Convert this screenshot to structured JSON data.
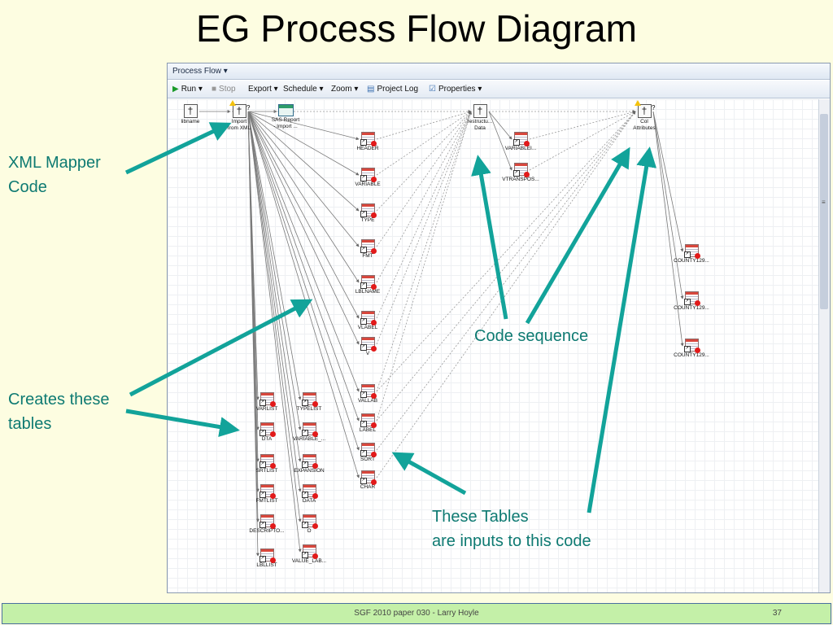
{
  "slide": {
    "title": "EG Process Flow Diagram",
    "footer_text": "SGF 2010 paper  030  - Larry Hoyle",
    "page_number": "37"
  },
  "window": {
    "title": "Process Flow ▾",
    "toolbar": {
      "run": "Run ▾",
      "stop": "Stop",
      "export": "Export ▾",
      "schedule": "Schedule ▾",
      "zoom": "Zoom ▾",
      "project_log": "Project Log",
      "properties": "Properties ▾"
    }
  },
  "nodes": [
    {
      "id": "libname",
      "label": "libname",
      "type": "code"
    },
    {
      "id": "import",
      "label": "Import\nfrom XML",
      "type": "code",
      "warning": true
    },
    {
      "id": "sasreport",
      "label": "SAS Report\n- Import ...",
      "type": "report"
    },
    {
      "id": "header",
      "label": "HEADER",
      "type": "table"
    },
    {
      "id": "variable",
      "label": "VARIABLE",
      "type": "table"
    },
    {
      "id": "type",
      "label": "TYPE",
      "type": "table"
    },
    {
      "id": "fmt",
      "label": "FMT",
      "type": "table"
    },
    {
      "id": "lblname",
      "label": "LBLNAME",
      "type": "table"
    },
    {
      "id": "vlabel",
      "label": "VLABEL",
      "type": "table"
    },
    {
      "id": "v",
      "label": "V",
      "type": "table"
    },
    {
      "id": "vallab",
      "label": "VALLAB",
      "type": "table"
    },
    {
      "id": "label",
      "label": "LABEL",
      "type": "table"
    },
    {
      "id": "sort",
      "label": "SORT",
      "type": "table"
    },
    {
      "id": "char",
      "label": "CHAR",
      "type": "table"
    },
    {
      "id": "varlist",
      "label": "VARLIST",
      "type": "table"
    },
    {
      "id": "dta",
      "label": "DTA",
      "type": "table"
    },
    {
      "id": "srtlist",
      "label": "SRTLIST",
      "type": "table"
    },
    {
      "id": "fmtlist",
      "label": "FMTLIST",
      "type": "table"
    },
    {
      "id": "descripto",
      "label": "DESCRIPTO...",
      "type": "table"
    },
    {
      "id": "lbllist",
      "label": "LBLLIST",
      "type": "table"
    },
    {
      "id": "typelist",
      "label": "TYPELIST",
      "type": "table"
    },
    {
      "id": "variable_",
      "label": "VARIABLE_...",
      "type": "table"
    },
    {
      "id": "expansion",
      "label": "EXPANSION",
      "type": "table"
    },
    {
      "id": "data",
      "label": "DATA",
      "type": "table"
    },
    {
      "id": "o",
      "label": "O",
      "type": "table"
    },
    {
      "id": "value_lab",
      "label": "VALUE_LAB...",
      "type": "table"
    },
    {
      "id": "restructure",
      "label": "restructu...\nData",
      "type": "code"
    },
    {
      "id": "variablei",
      "label": "VARIABLEI...",
      "type": "table"
    },
    {
      "id": "vtranspos",
      "label": "VTRANSPOS...",
      "type": "table"
    },
    {
      "id": "colattr",
      "label": "Col\nAttributes",
      "type": "code",
      "warning": true
    },
    {
      "id": "county1",
      "label": "COUNTY129...",
      "type": "table"
    },
    {
      "id": "county2",
      "label": "COUNTY129...",
      "type": "table"
    },
    {
      "id": "county3",
      "label": "COUNTY129...",
      "type": "table"
    }
  ],
  "edges": [
    [
      "libname",
      "import"
    ],
    [
      "import",
      "sasreport"
    ],
    [
      "import",
      "header"
    ],
    [
      "import",
      "variable"
    ],
    [
      "import",
      "type"
    ],
    [
      "import",
      "fmt"
    ],
    [
      "import",
      "lblname"
    ],
    [
      "import",
      "vlabel"
    ],
    [
      "import",
      "v"
    ],
    [
      "import",
      "vallab"
    ],
    [
      "import",
      "label"
    ],
    [
      "import",
      "sort"
    ],
    [
      "import",
      "char"
    ],
    [
      "import",
      "varlist"
    ],
    [
      "import",
      "dta"
    ],
    [
      "import",
      "srtlist"
    ],
    [
      "import",
      "fmtlist"
    ],
    [
      "import",
      "descripto"
    ],
    [
      "import",
      "lbllist"
    ],
    [
      "import",
      "typelist"
    ],
    [
      "import",
      "variable_"
    ],
    [
      "import",
      "expansion"
    ],
    [
      "import",
      "data"
    ],
    [
      "import",
      "o"
    ],
    [
      "import",
      "value_lab"
    ],
    [
      "restructure",
      "variablei"
    ],
    [
      "restructure",
      "vtranspos"
    ],
    [
      "colattr",
      "county1"
    ],
    [
      "colattr",
      "county2"
    ],
    [
      "colattr",
      "county3"
    ]
  ],
  "dashed_edges": [
    [
      "libname",
      "restructure"
    ],
    [
      "header",
      "restructure"
    ],
    [
      "variable",
      "restructure"
    ],
    [
      "type",
      "restructure"
    ],
    [
      "fmt",
      "restructure"
    ],
    [
      "lblname",
      "restructure"
    ],
    [
      "vlabel",
      "restructure"
    ],
    [
      "v",
      "restructure"
    ],
    [
      "vallab",
      "restructure"
    ],
    [
      "label",
      "restructure"
    ],
    [
      "restructure",
      "colattr"
    ],
    [
      "variablei",
      "colattr"
    ],
    [
      "vtranspos",
      "colattr"
    ],
    [
      "vallab",
      "colattr"
    ],
    [
      "label",
      "colattr"
    ],
    [
      "sort",
      "colattr"
    ],
    [
      "char",
      "colattr"
    ]
  ],
  "callouts": {
    "xml_mapper": "XML Mapper\nCode",
    "creates_tables": "Creates these\ntables",
    "code_sequence": "Code sequence",
    "inputs": "These Tables\nare inputs to this code"
  },
  "colors": {
    "callout_text": "#0e7a72",
    "callout_arrow": "#12a39a",
    "slide_background": "#fdfde1",
    "footer_background": "#c4f0a8"
  }
}
